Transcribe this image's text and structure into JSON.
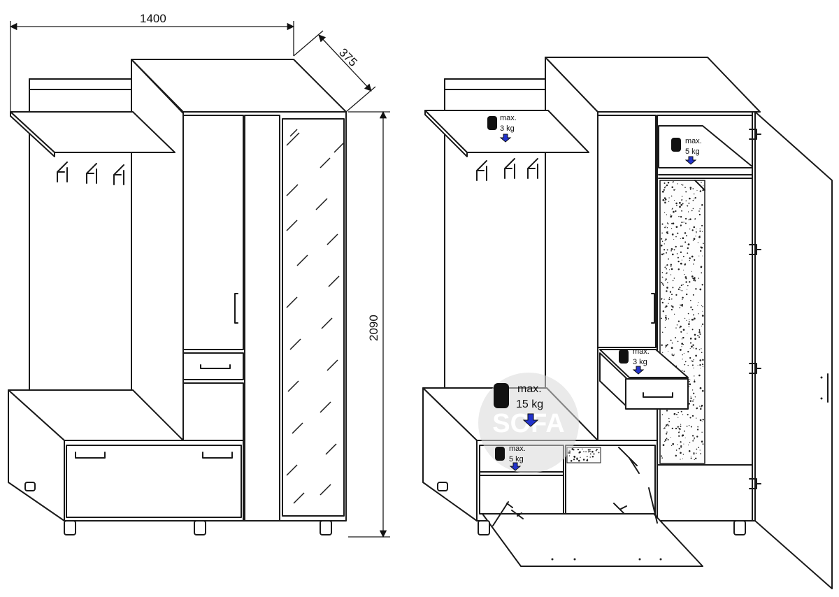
{
  "dimensions": {
    "width": "1400",
    "depth": "375",
    "height": "2090"
  },
  "loads": {
    "top_shelf": {
      "max": "max.",
      "value": "3 kg"
    },
    "wardrobe_shelf": {
      "max": "max.",
      "value": "5 kg"
    },
    "drawer": {
      "max": "max.",
      "value": "3 kg"
    },
    "bench": {
      "max": "max.",
      "value": "15 kg"
    },
    "shoe_shelf": {
      "max": "max.",
      "value": "5 kg"
    }
  },
  "watermark": "SOFA",
  "colors": {
    "line": "#1a1a1a",
    "arrow": "#2233cc",
    "watermark": "#d9d9d9"
  }
}
